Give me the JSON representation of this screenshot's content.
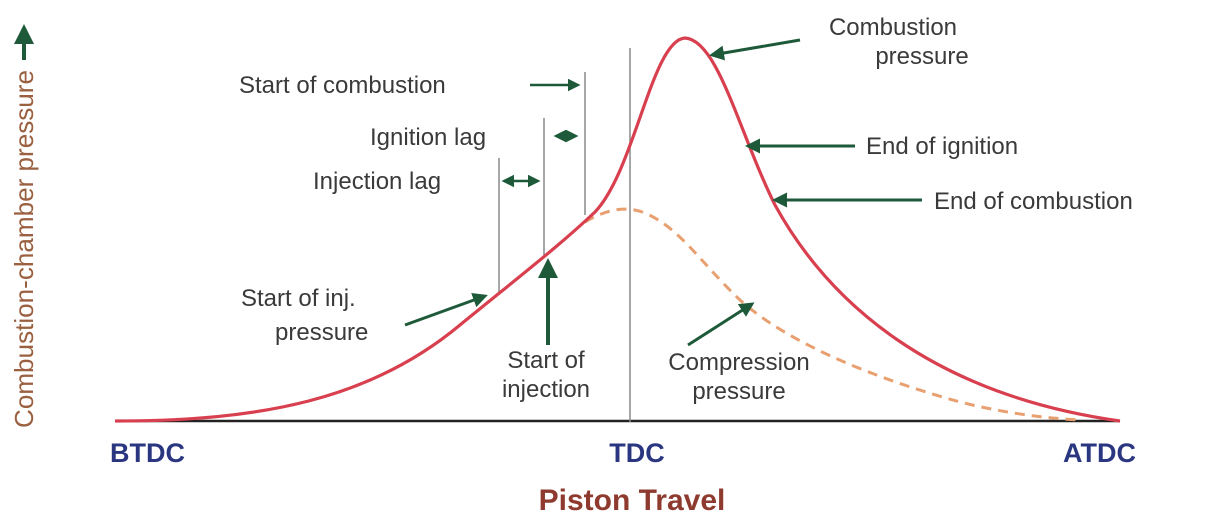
{
  "diagram": {
    "y_axis_label": "Combustion-chamber pressure",
    "x_axis_label": "Piston Travel",
    "x_positions": {
      "left": "BTDC",
      "center": "TDC",
      "right": "ATDC"
    },
    "annotations": {
      "combustion_pressure_1": "Combustion",
      "combustion_pressure_2": "pressure",
      "end_of_ignition": "End of ignition",
      "end_of_combustion": "End of combustion",
      "start_of_combustion": "Start of combustion",
      "ignition_lag": "Ignition lag",
      "injection_lag": "Injection lag",
      "start_of_inj_pressure_1": "Start of inj.",
      "start_of_inj_pressure_2": "pressure",
      "start_of_injection_1": "Start of",
      "start_of_injection_2": "injection",
      "compression_pressure_1": "Compression",
      "compression_pressure_2": "pressure"
    },
    "colors": {
      "combustion_curve": "#d8404f",
      "compression_curve": "#e8a070",
      "arrows": "#1e5a3a",
      "axis": "#222222",
      "marker_lines": "#8a8a8a",
      "axis_words": "#2a3680",
      "x_title": "#8e3a2e",
      "y_title": "#9a6040"
    }
  }
}
